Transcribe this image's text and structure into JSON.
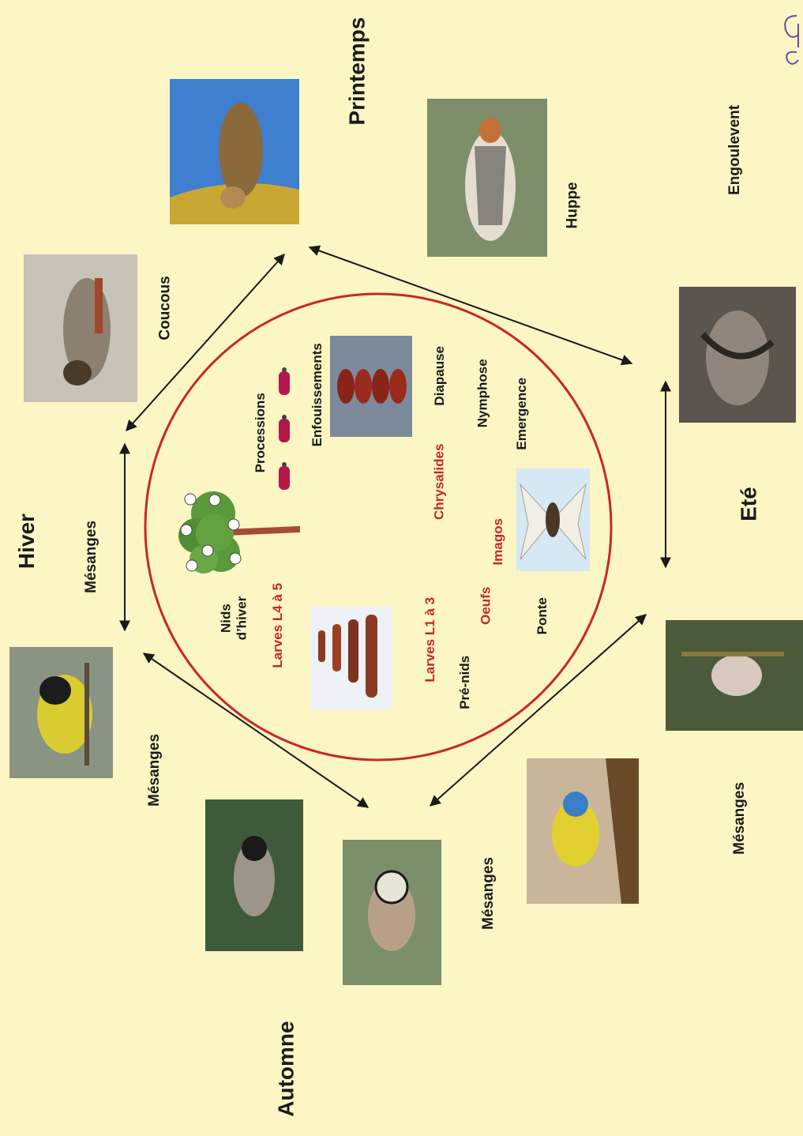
{
  "seasons": {
    "printemps": "Printemps",
    "ete": "Eté",
    "automne": "Automne",
    "hiver": "Hiver"
  },
  "birds": {
    "coucous": "Coucous",
    "huppe": "Huppe",
    "engoulevent": "Engoulevent",
    "mesanges_hiver": "Mésanges",
    "mesanges_hiver_2": "Mésanges",
    "mesanges_automne": "Mésanges",
    "mesanges_ete": "Mésanges"
  },
  "cycle": {
    "nids_hiver": "Nids\nd’hiver",
    "processions": "Processions",
    "enfouissements": "Enfouissements",
    "diapause": "Diapause",
    "chrysalides": "Chrysalides",
    "nymphose": "Nymphose",
    "emergence": "Emergence",
    "imagos": "Imagos",
    "larves_l4_5": "Larves L4 à 5",
    "larves_l1_3": "Larves L1 à 3",
    "oeufs": "Oeufs",
    "ponte": "Ponte",
    "pre_nids": "Pré-nids"
  },
  "colors": {
    "background": "#fcf5c4",
    "circle": "#c8262a",
    "highlight_text": "#c8262a",
    "arrow": "#1a1a1a"
  }
}
